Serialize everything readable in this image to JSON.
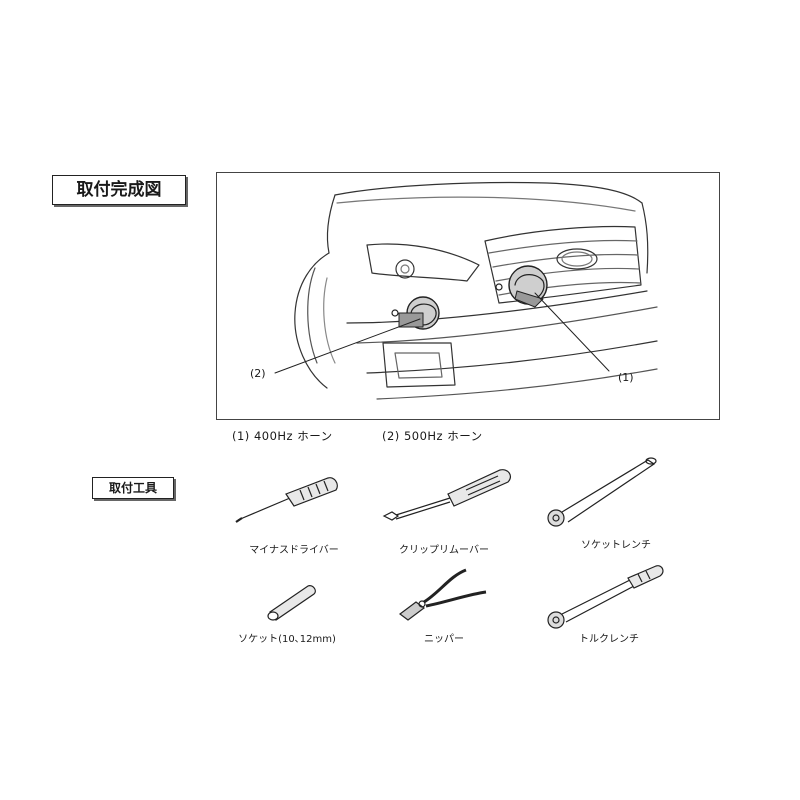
{
  "install_heading": "取付完成図",
  "figure": {
    "callout_1": "(1)",
    "callout_2": "(2)",
    "caption_1": "(1) 400Hz ホーン",
    "caption_2": "(2) 500Hz ホーン"
  },
  "tools_heading": "取付工具",
  "tools": [
    {
      "label": "マイナスドライバー",
      "icon": "flathead-screwdriver-icon"
    },
    {
      "label": "クリップリムーバー",
      "icon": "clip-remover-icon"
    },
    {
      "label": "ソケットレンチ",
      "icon": "socket-wrench-icon"
    },
    {
      "label": "ソケット(10､12mm)",
      "icon": "socket-icon"
    },
    {
      "label": "ニッパー",
      "icon": "nipper-icon"
    },
    {
      "label": "トルクレンチ",
      "icon": "torque-wrench-icon"
    }
  ]
}
